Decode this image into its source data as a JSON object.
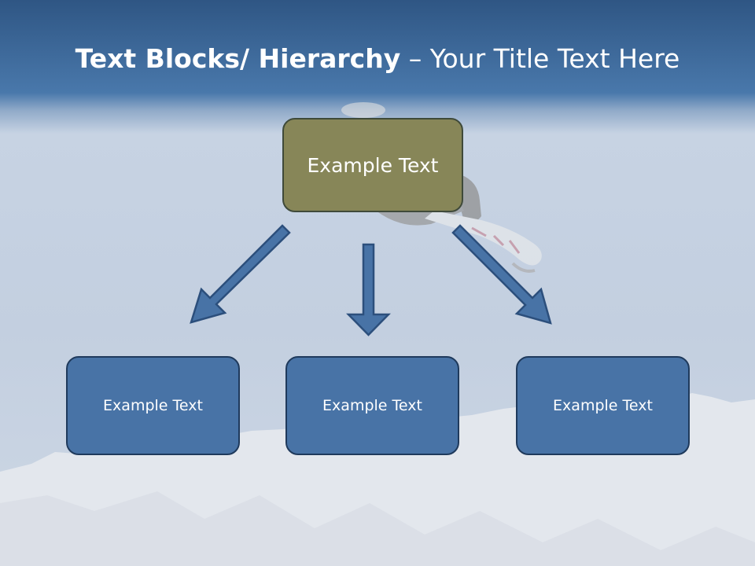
{
  "slide": {
    "title_bold": "Text Blocks/ Hierarchy",
    "title_dash": " – ",
    "title_rest": "Your Title Text Here"
  },
  "diagram": {
    "root": {
      "label": "Example Text",
      "color": "#878658"
    },
    "children": [
      {
        "label": "Example Text",
        "color": "#4873a6"
      },
      {
        "label": "Example Text",
        "color": "#4873a6"
      },
      {
        "label": "Example Text",
        "color": "#4873a6"
      }
    ],
    "arrow_color": "#4873a6",
    "arrow_border": "#2c4f7c"
  },
  "theme": {
    "title_band_color": "#3b6595",
    "sky_color": "#c5d1e2",
    "snow_color": "#e4e8ee"
  }
}
